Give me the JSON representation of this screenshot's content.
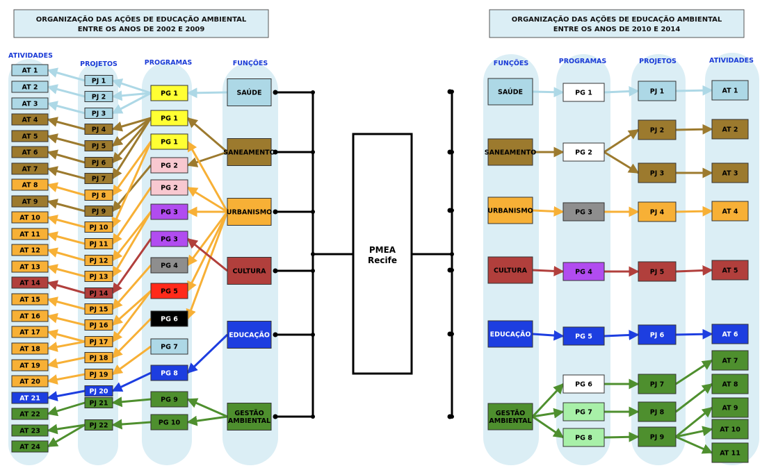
{
  "left": {
    "title1": "ORGANIZAÇÃO DAS AÇÕES DE EDUCAÇÃO AMBIENTAL",
    "title2": "ENTRE OS ANOS DE 2002 E 2009",
    "headers": {
      "atividades": "ATIVIDADES",
      "projetos": "PROJETOS",
      "programas": "PROGRAMAS",
      "funcoes": "FUNÇÕES"
    },
    "atividades": [
      {
        "label": "AT 1",
        "color": "#add8e6"
      },
      {
        "label": "AT 2",
        "color": "#add8e6"
      },
      {
        "label": "AT 3",
        "color": "#add8e6"
      },
      {
        "label": "AT 4",
        "color": "#9c7a2e"
      },
      {
        "label": "AT 5",
        "color": "#9c7a2e"
      },
      {
        "label": "AT 6",
        "color": "#9c7a2e"
      },
      {
        "label": "AT 7",
        "color": "#9c7a2e"
      },
      {
        "label": "AT 8",
        "color": "#f7b036"
      },
      {
        "label": "AT 9",
        "color": "#9c7a2e"
      },
      {
        "label": "AT 10",
        "color": "#f7b036"
      },
      {
        "label": "AT 11",
        "color": "#f7b036"
      },
      {
        "label": "AT 12",
        "color": "#f7b036"
      },
      {
        "label": "AT 13",
        "color": "#f7b036"
      },
      {
        "label": "AT 14",
        "color": "#b13f3c"
      },
      {
        "label": "AT 15",
        "color": "#f7b036"
      },
      {
        "label": "AT 16",
        "color": "#f7b036"
      },
      {
        "label": "AT 17",
        "color": "#f7b036"
      },
      {
        "label": "AT 18",
        "color": "#f7b036"
      },
      {
        "label": "AT 19",
        "color": "#f7b036"
      },
      {
        "label": "AT 20",
        "color": "#f7b036"
      },
      {
        "label": "AT 21",
        "color": "#1d3ee0"
      },
      {
        "label": "AT 22",
        "color": "#4e8f2e"
      },
      {
        "label": "AT 23",
        "color": "#4e8f2e"
      },
      {
        "label": "AT 24",
        "color": "#4e8f2e"
      }
    ],
    "projetos": [
      {
        "label": "PJ 1",
        "color": "#add8e6"
      },
      {
        "label": "PJ 2",
        "color": "#add8e6"
      },
      {
        "label": "PJ 3",
        "color": "#add8e6"
      },
      {
        "label": "PJ 4",
        "color": "#9c7a2e"
      },
      {
        "label": "PJ 5",
        "color": "#9c7a2e"
      },
      {
        "label": "PJ 6",
        "color": "#9c7a2e"
      },
      {
        "label": "PJ 7",
        "color": "#9c7a2e"
      },
      {
        "label": "PJ 8",
        "color": "#f7b036"
      },
      {
        "label": "PJ 9",
        "color": "#9c7a2e"
      },
      {
        "label": "PJ 10",
        "color": "#f7b036"
      },
      {
        "label": "PJ 11",
        "color": "#f7b036"
      },
      {
        "label": "PJ 12",
        "color": "#f7b036"
      },
      {
        "label": "PJ 13",
        "color": "#f7b036"
      },
      {
        "label": "PJ 14",
        "color": "#b13f3c"
      },
      {
        "label": "PJ 15",
        "color": "#f7b036"
      },
      {
        "label": "PJ 16",
        "color": "#f7b036"
      },
      {
        "label": "PJ 17",
        "color": "#f7b036"
      },
      {
        "label": "PJ 18",
        "color": "#f7b036"
      },
      {
        "label": "PJ 19",
        "color": "#f7b036"
      },
      {
        "label": "PJ 20",
        "color": "#1d3ee0"
      },
      {
        "label": "PJ 21",
        "color": "#4e8f2e"
      },
      {
        "label": "PJ 22",
        "color": "#4e8f2e"
      }
    ],
    "programas": [
      {
        "label": "PG 1",
        "color": "#ffff33"
      },
      {
        "label": "PG 1",
        "color": "#ffff33"
      },
      {
        "label": "PG 1",
        "color": "#ffff33"
      },
      {
        "label": "PG 2",
        "color": "#f8c8d0"
      },
      {
        "label": "PG 2",
        "color": "#f8c8d0"
      },
      {
        "label": "PG 3",
        "color": "#b14cf0"
      },
      {
        "label": "PG 3",
        "color": "#b14cf0"
      },
      {
        "label": "PG 4",
        "color": "#8e8e8e"
      },
      {
        "label": "PG 5",
        "color": "#ff2a1a"
      },
      {
        "label": "PG 6",
        "color": "#000000"
      },
      {
        "label": "PG 7",
        "color": "#add8e6"
      },
      {
        "label": "PG 8",
        "color": "#1d3ee0"
      },
      {
        "label": "PG 9",
        "color": "#4e8f2e"
      },
      {
        "label": "PG 10",
        "color": "#4e8f2e"
      }
    ],
    "funcoes": [
      {
        "label": "SAÚDE",
        "color": "#add8e6"
      },
      {
        "label": "SANEAMENTO",
        "color": "#9c7a2e"
      },
      {
        "label": "URBANISMO",
        "color": "#f7b036"
      },
      {
        "label": "CULTURA",
        "color": "#b13f3c"
      },
      {
        "label": "EDUCAÇÃO",
        "color": "#1d3ee0"
      },
      {
        "label": "GESTÃO\nAMBIENTAL",
        "color": "#4e8f2e"
      }
    ]
  },
  "center": {
    "line1": "PMEA",
    "line2": "Recife"
  },
  "right": {
    "title1": "ORGANIZAÇÃO DAS AÇÕES DE EDUCAÇÃO AMBIENTAL",
    "title2": "ENTRE OS ANOS DE 2010 E 2014",
    "headers": {
      "funcoes": "FUNÇÕES",
      "programas": "PROGRAMAS",
      "projetos": "PROJETOS",
      "atividades": "ATIVIDADES"
    },
    "funcoes": [
      {
        "label": "SAÚDE",
        "color": "#add8e6"
      },
      {
        "label": "SANEAMENTO",
        "color": "#9c7a2e"
      },
      {
        "label": "URBANISMO",
        "color": "#f7b036"
      },
      {
        "label": "CULTURA",
        "color": "#b13f3c"
      },
      {
        "label": "EDUCAÇÃO",
        "color": "#1d3ee0"
      },
      {
        "label": "GESTÃO\nAMBIENTAL",
        "color": "#4e8f2e"
      }
    ],
    "programas": [
      {
        "label": "PG 1",
        "color": "#ffffff"
      },
      {
        "label": "PG 2",
        "color": "#ffffff"
      },
      {
        "label": "PG 3",
        "color": "#8e8e8e"
      },
      {
        "label": "PG 4",
        "color": "#b14cf0"
      },
      {
        "label": "PG 5",
        "color": "#1d3ee0"
      },
      {
        "label": "PG 6",
        "color": "#ffffff"
      },
      {
        "label": "PG 7",
        "color": "#a8f0a8"
      },
      {
        "label": "PG 8",
        "color": "#a8f0a8"
      }
    ],
    "projetos": [
      {
        "label": "PJ 1",
        "color": "#add8e6"
      },
      {
        "label": "PJ 2",
        "color": "#9c7a2e"
      },
      {
        "label": "PJ 3",
        "color": "#9c7a2e"
      },
      {
        "label": "PJ 4",
        "color": "#f7b036"
      },
      {
        "label": "PJ 5",
        "color": "#b13f3c"
      },
      {
        "label": "PJ 6",
        "color": "#1d3ee0"
      },
      {
        "label": "PJ 7",
        "color": "#4e8f2e"
      },
      {
        "label": "PJ 8",
        "color": "#4e8f2e"
      },
      {
        "label": "PJ 9",
        "color": "#4e8f2e"
      }
    ],
    "atividades": [
      {
        "label": "AT 1",
        "color": "#add8e6"
      },
      {
        "label": "AT 2",
        "color": "#9c7a2e"
      },
      {
        "label": "AT 3",
        "color": "#9c7a2e"
      },
      {
        "label": "AT 4",
        "color": "#f7b036"
      },
      {
        "label": "AT 5",
        "color": "#b13f3c"
      },
      {
        "label": "AT 6",
        "color": "#1d3ee0"
      },
      {
        "label": "AT 7",
        "color": "#4e8f2e"
      },
      {
        "label": "AT 8",
        "color": "#4e8f2e"
      },
      {
        "label": "AT 9",
        "color": "#4e8f2e"
      },
      {
        "label": "AT 10",
        "color": "#4e8f2e"
      },
      {
        "label": "AT 11",
        "color": "#4e8f2e"
      }
    ]
  },
  "links_left": [
    [
      "FN",
      0,
      "PG",
      0,
      "#add8e6"
    ],
    [
      "FN",
      1,
      "PG",
      1,
      "#9c7a2e"
    ],
    [
      "FN",
      1,
      "PG",
      3,
      "#9c7a2e"
    ],
    [
      "FN",
      2,
      "PG",
      2,
      "#f7b036"
    ],
    [
      "FN",
      2,
      "PG",
      4,
      "#f7b036"
    ],
    [
      "FN",
      2,
      "PG",
      5,
      "#f7b036"
    ],
    [
      "FN",
      2,
      "PG",
      7,
      "#f7b036"
    ],
    [
      "FN",
      2,
      "PG",
      8,
      "#f7b036"
    ],
    [
      "FN",
      2,
      "PG",
      9,
      "#f7b036"
    ],
    [
      "FN",
      3,
      "PG",
      6,
      "#b13f3c"
    ],
    [
      "FN",
      4,
      "PG",
      11,
      "#1d3ee0"
    ],
    [
      "FN",
      5,
      "PG",
      12,
      "#4e8f2e"
    ],
    [
      "FN",
      5,
      "PG",
      13,
      "#4e8f2e"
    ],
    [
      "PG",
      0,
      "PJ",
      0,
      "#add8e6"
    ],
    [
      "PG",
      0,
      "PJ",
      1,
      "#add8e6"
    ],
    [
      "PG",
      0,
      "PJ",
      2,
      "#add8e6"
    ],
    [
      "PG",
      1,
      "PJ",
      3,
      "#9c7a2e"
    ],
    [
      "PG",
      1,
      "PJ",
      4,
      "#9c7a2e"
    ],
    [
      "PG",
      1,
      "PJ",
      5,
      "#9c7a2e"
    ],
    [
      "PG",
      1,
      "PJ",
      6,
      "#9c7a2e"
    ],
    [
      "PG",
      3,
      "PJ",
      8,
      "#9c7a2e"
    ],
    [
      "PG",
      2,
      "PJ",
      7,
      "#f7b036"
    ],
    [
      "PG",
      2,
      "PJ",
      9,
      "#f7b036"
    ],
    [
      "PG",
      4,
      "PJ",
      10,
      "#f7b036"
    ],
    [
      "PG",
      5,
      "PJ",
      11,
      "#f7b036"
    ],
    [
      "PG",
      5,
      "PJ",
      12,
      "#f7b036"
    ],
    [
      "PG",
      7,
      "PJ",
      14,
      "#f7b036"
    ],
    [
      "PG",
      8,
      "PJ",
      15,
      "#f7b036"
    ],
    [
      "PG",
      8,
      "PJ",
      16,
      "#f7b036"
    ],
    [
      "PG",
      9,
      "PJ",
      17,
      "#f7b036"
    ],
    [
      "PG",
      10,
      "PJ",
      18,
      "#f7b036"
    ],
    [
      "PG",
      6,
      "PJ",
      13,
      "#b13f3c"
    ],
    [
      "PG",
      11,
      "PJ",
      19,
      "#1d3ee0"
    ],
    [
      "PG",
      12,
      "PJ",
      20,
      "#4e8f2e"
    ],
    [
      "PG",
      13,
      "PJ",
      21,
      "#4e8f2e"
    ],
    [
      "PJ",
      0,
      "AT",
      0,
      "#add8e6"
    ],
    [
      "PJ",
      1,
      "AT",
      1,
      "#add8e6"
    ],
    [
      "PJ",
      2,
      "AT",
      2,
      "#add8e6"
    ],
    [
      "PJ",
      3,
      "AT",
      3,
      "#9c7a2e"
    ],
    [
      "PJ",
      4,
      "AT",
      4,
      "#9c7a2e"
    ],
    [
      "PJ",
      5,
      "AT",
      5,
      "#9c7a2e"
    ],
    [
      "PJ",
      6,
      "AT",
      6,
      "#9c7a2e"
    ],
    [
      "PJ",
      8,
      "AT",
      8,
      "#9c7a2e"
    ],
    [
      "PJ",
      7,
      "AT",
      7,
      "#f7b036"
    ],
    [
      "PJ",
      9,
      "AT",
      9,
      "#f7b036"
    ],
    [
      "PJ",
      10,
      "AT",
      10,
      "#f7b036"
    ],
    [
      "PJ",
      11,
      "AT",
      11,
      "#f7b036"
    ],
    [
      "PJ",
      12,
      "AT",
      12,
      "#f7b036"
    ],
    [
      "PJ",
      14,
      "AT",
      14,
      "#f7b036"
    ],
    [
      "PJ",
      15,
      "AT",
      15,
      "#f7b036"
    ],
    [
      "PJ",
      16,
      "AT",
      16,
      "#f7b036"
    ],
    [
      "PJ",
      16,
      "AT",
      17,
      "#f7b036"
    ],
    [
      "PJ",
      17,
      "AT",
      18,
      "#f7b036"
    ],
    [
      "PJ",
      18,
      "AT",
      19,
      "#f7b036"
    ],
    [
      "PJ",
      13,
      "AT",
      13,
      "#b13f3c"
    ],
    [
      "PJ",
      19,
      "AT",
      20,
      "#1d3ee0"
    ],
    [
      "PJ",
      20,
      "AT",
      21,
      "#4e8f2e"
    ],
    [
      "PJ",
      21,
      "AT",
      22,
      "#4e8f2e"
    ],
    [
      "PJ",
      21,
      "AT",
      23,
      "#4e8f2e"
    ]
  ],
  "links_right": [
    [
      "FN",
      0,
      "PG",
      0,
      "#add8e6"
    ],
    [
      "FN",
      1,
      "PG",
      1,
      "#9c7a2e"
    ],
    [
      "FN",
      2,
      "PG",
      2,
      "#f7b036"
    ],
    [
      "FN",
      3,
      "PG",
      3,
      "#b13f3c"
    ],
    [
      "FN",
      4,
      "PG",
      4,
      "#1d3ee0"
    ],
    [
      "FN",
      5,
      "PG",
      5,
      "#4e8f2e"
    ],
    [
      "FN",
      5,
      "PG",
      6,
      "#4e8f2e"
    ],
    [
      "FN",
      5,
      "PG",
      7,
      "#4e8f2e"
    ],
    [
      "PG",
      0,
      "PJ",
      0,
      "#add8e6"
    ],
    [
      "PG",
      1,
      "PJ",
      1,
      "#9c7a2e"
    ],
    [
      "PG",
      1,
      "PJ",
      2,
      "#9c7a2e"
    ],
    [
      "PG",
      2,
      "PJ",
      3,
      "#f7b036"
    ],
    [
      "PG",
      3,
      "PJ",
      4,
      "#b13f3c"
    ],
    [
      "PG",
      4,
      "PJ",
      5,
      "#1d3ee0"
    ],
    [
      "PG",
      5,
      "PJ",
      6,
      "#4e8f2e"
    ],
    [
      "PG",
      6,
      "PJ",
      7,
      "#4e8f2e"
    ],
    [
      "PG",
      7,
      "PJ",
      8,
      "#4e8f2e"
    ],
    [
      "PJ",
      0,
      "AT",
      0,
      "#add8e6"
    ],
    [
      "PJ",
      1,
      "AT",
      1,
      "#9c7a2e"
    ],
    [
      "PJ",
      2,
      "AT",
      2,
      "#9c7a2e"
    ],
    [
      "PJ",
      3,
      "AT",
      3,
      "#f7b036"
    ],
    [
      "PJ",
      4,
      "AT",
      4,
      "#b13f3c"
    ],
    [
      "PJ",
      5,
      "AT",
      5,
      "#1d3ee0"
    ],
    [
      "PJ",
      6,
      "AT",
      6,
      "#4e8f2e"
    ],
    [
      "PJ",
      7,
      "AT",
      7,
      "#4e8f2e"
    ],
    [
      "PJ",
      8,
      "AT",
      8,
      "#4e8f2e"
    ],
    [
      "PJ",
      8,
      "AT",
      9,
      "#4e8f2e"
    ],
    [
      "PJ",
      8,
      "AT",
      10,
      "#4e8f2e"
    ]
  ]
}
